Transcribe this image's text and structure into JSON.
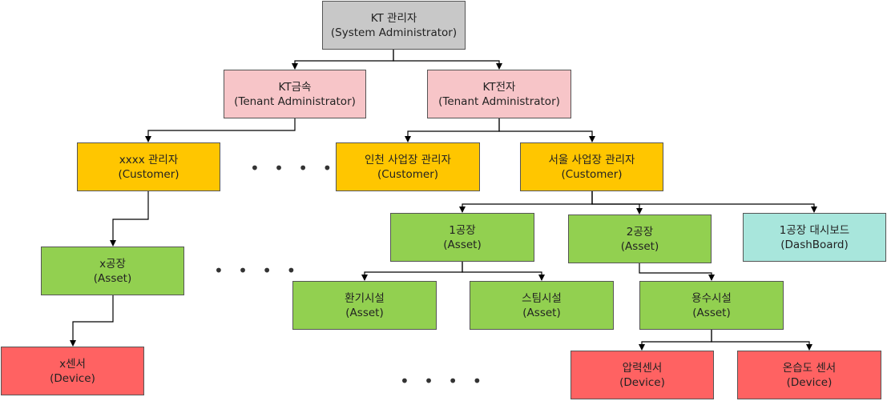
{
  "diagram": {
    "nodes": [
      {
        "id": "kt-admin",
        "name": "KT 관리자",
        "role": "(System Administrator)",
        "color": "#c8c8c8"
      },
      {
        "id": "kt-metal",
        "name": "KT금속",
        "role": "(Tenant Administrator)",
        "color": "#f7c5c8"
      },
      {
        "id": "kt-elec",
        "name": "KT전자",
        "role": "(Tenant Administrator)",
        "color": "#f7c5c8"
      },
      {
        "id": "xxxx-manager",
        "name": "xxxx 관리자",
        "role": "(Customer)",
        "color": "#ffc600"
      },
      {
        "id": "incheon-manager",
        "name": "인천 사업장 관리자",
        "role": "(Customer)",
        "color": "#ffc600"
      },
      {
        "id": "seoul-manager",
        "name": "서울 사업장 관리자",
        "role": "(Customer)",
        "color": "#ffc600"
      },
      {
        "id": "x-factory",
        "name": "x공장",
        "role": "(Asset)",
        "color": "#92d050"
      },
      {
        "id": "factory-1",
        "name": "1공장",
        "role": "(Asset)",
        "color": "#92d050"
      },
      {
        "id": "factory-2",
        "name": "2공장",
        "role": "(Asset)",
        "color": "#92d050"
      },
      {
        "id": "dashboard-1",
        "name": "1공장 대시보드",
        "role": "(DashBoard)",
        "color": "#a8e6dc"
      },
      {
        "id": "ventilation",
        "name": "환기시설",
        "role": "(Asset)",
        "color": "#92d050"
      },
      {
        "id": "steam",
        "name": "스팀시설",
        "role": "(Asset)",
        "color": "#92d050"
      },
      {
        "id": "water",
        "name": "용수시설",
        "role": "(Asset)",
        "color": "#92d050"
      },
      {
        "id": "x-sensor",
        "name": "x센서",
        "role": "(Device)",
        "color": "#ff6262"
      },
      {
        "id": "pressure-sensor",
        "name": "압력센서",
        "role": "(Device)",
        "color": "#ff6262"
      },
      {
        "id": "temp-humidity-sensor",
        "name": "온습도 센서",
        "role": "(Device)",
        "color": "#ff6262"
      }
    ],
    "ellipsis": [
      "• • • •",
      "• • • •",
      "• • • •"
    ]
  }
}
